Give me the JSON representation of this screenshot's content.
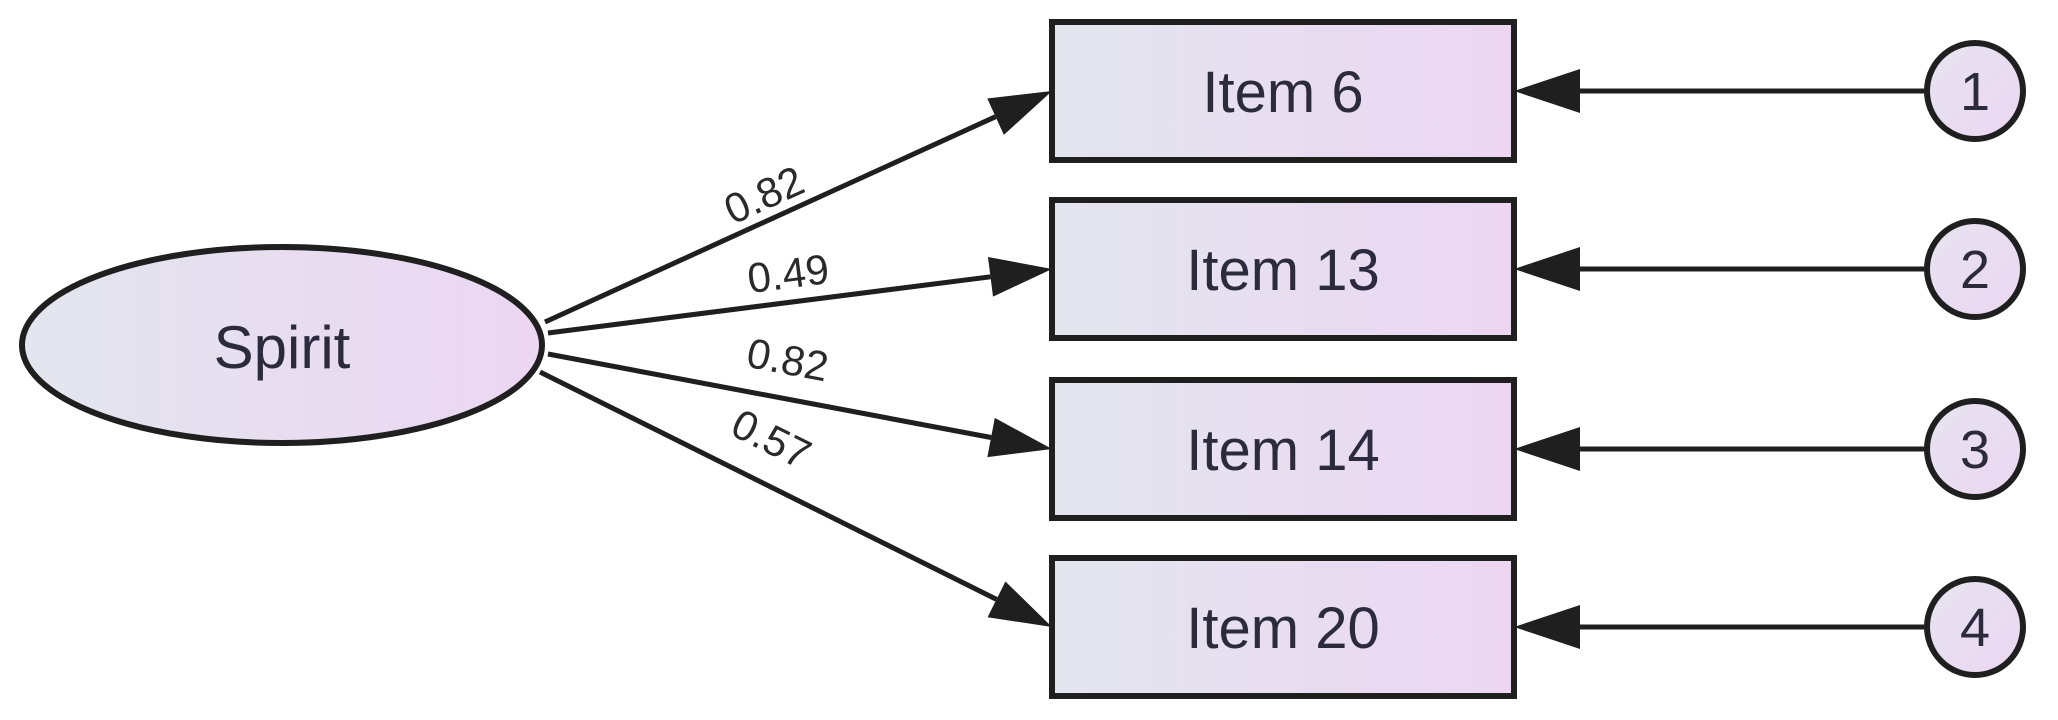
{
  "latent": {
    "label": "Spirit"
  },
  "paths": [
    {
      "coefficient": "0.82",
      "item": "Item 6",
      "error": "1"
    },
    {
      "coefficient": "0.49",
      "item": "Item 13",
      "error": "2"
    },
    {
      "coefficient": "0.82",
      "item": "Item 14",
      "error": "3"
    },
    {
      "coefficient": "0.57",
      "item": "Item 20",
      "error": "4"
    }
  ],
  "colors": {
    "fill_left": "#e3e6ee",
    "fill_right": "#ecd6f2",
    "stroke": "#1f1f1f"
  }
}
